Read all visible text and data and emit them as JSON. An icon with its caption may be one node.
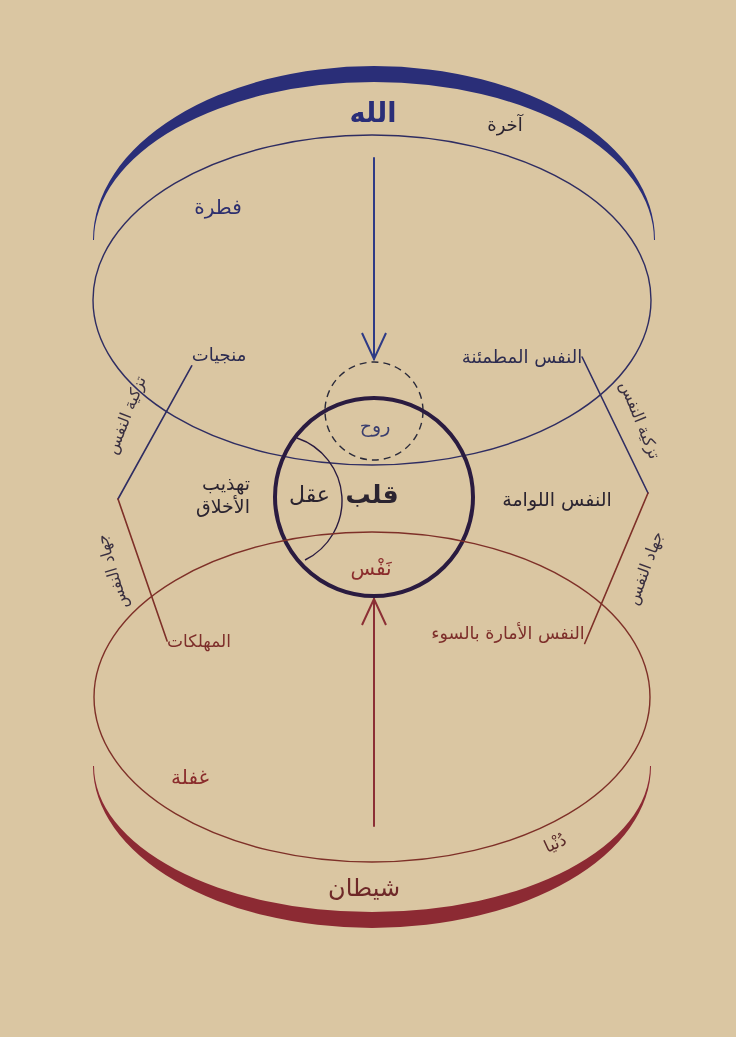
{
  "diagram": {
    "nodes": [
      {
        "text": [
          "فطرة"
        ]
      },
      {
        "text": [
          "منجيات"
        ],
        "in": 0
      },
      {
        "text": [
          "النفس المطمئنة"
        ],
        "in": 0
      },
      {
        "text": [
          "روح"
        ],
        "in": 0
      },
      {
        "text": [
          "قلب",
          "نَفْس"
        ]
      },
      {
        "text": [
          "عقل"
        ],
        "in": 4
      },
      {
        "text": [
          "غفلة"
        ]
      },
      {
        "text": [
          "المهلكات"
        ],
        "in": 6
      },
      {
        "text": [
          "النفس الأمارة بالسوء"
        ],
        "in": 6
      }
    ],
    "edges": [
      {
        "from": null,
        "to": 3,
        "arrow": "to",
        "color": "#2e3a86"
      },
      {
        "from": null,
        "to": 4,
        "arrow": "to",
        "color": "#8c2f35"
      },
      {
        "from": 1,
        "to": null,
        "arrow": "none",
        "label": "تزكية النفس",
        "color": "#2f2d62"
      },
      {
        "from": null,
        "to": 7,
        "arrow": "none",
        "label": "جهاد النفس",
        "color": "#7e3028"
      },
      {
        "from": 2,
        "to": null,
        "arrow": "none",
        "label": "تزكية النفس",
        "color": "#2f2d62"
      },
      {
        "from": null,
        "to": 8,
        "arrow": "none",
        "label": "جهاد النفس",
        "color": "#7e3028"
      }
    ],
    "labels": [
      "الله",
      "آخرة",
      "تهذيب الأخلاق",
      "النفس اللوامة",
      "دُنْيا",
      "شيطان"
    ]
  }
}
